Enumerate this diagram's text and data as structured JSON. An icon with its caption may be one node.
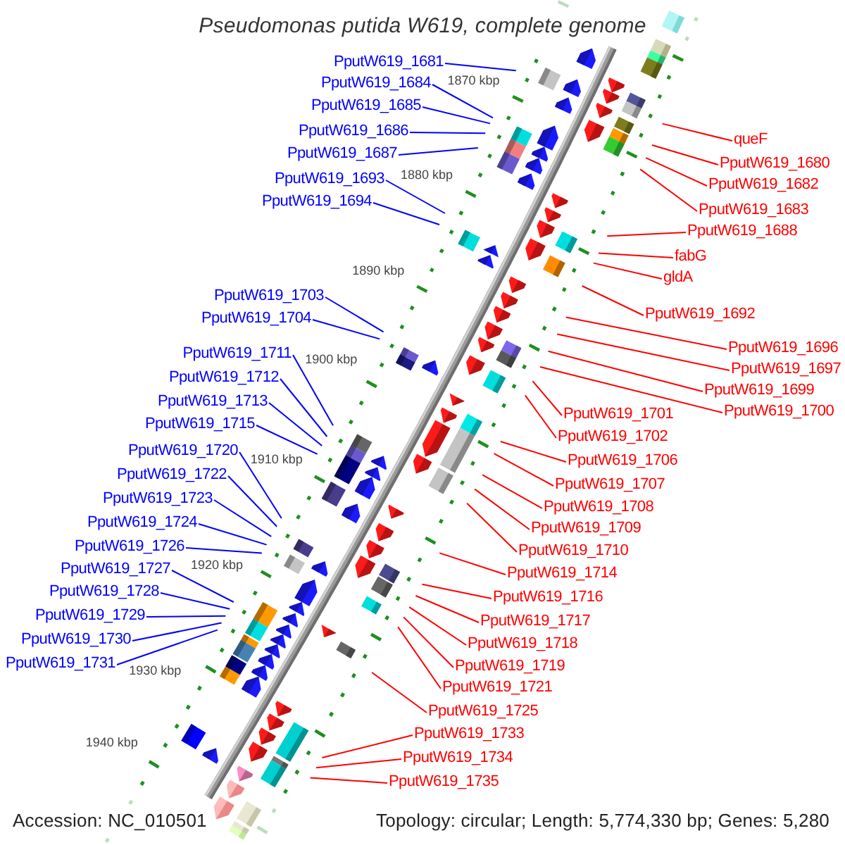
{
  "diagram": {
    "title": "Pseudomonas putida W619, complete genome",
    "nodes": [
      {
        "text": [
          "PputW619_1681"
        ]
      },
      {
        "text": [
          "PputW619_1684"
        ]
      },
      {
        "text": [
          "PputW619_1685"
        ]
      },
      {
        "text": [
          "PputW619_1686"
        ]
      },
      {
        "text": [
          "PputW619_1687"
        ]
      },
      {
        "text": [
          "PputW619_1693"
        ]
      },
      {
        "text": [
          "PputW619_1694"
        ]
      },
      {
        "text": [
          "PputW619_1703"
        ]
      },
      {
        "text": [
          "PputW619_1704"
        ]
      },
      {
        "text": [
          "PputW619_1711"
        ]
      },
      {
        "text": [
          "PputW619_1712"
        ]
      },
      {
        "text": [
          "PputW619_1713"
        ]
      },
      {
        "text": [
          "PputW619_1715"
        ]
      },
      {
        "text": [
          "PputW619_1720"
        ]
      },
      {
        "text": [
          "PputW619_1722"
        ]
      },
      {
        "text": [
          "PputW619_1723"
        ]
      },
      {
        "text": [
          "PputW619_1724"
        ]
      },
      {
        "text": [
          "PputW619_1726"
        ]
      },
      {
        "text": [
          "PputW619_1727"
        ]
      },
      {
        "text": [
          "PputW619_1728"
        ]
      },
      {
        "text": [
          "PputW619_1729"
        ]
      },
      {
        "text": [
          "PputW619_1730"
        ]
      },
      {
        "text": [
          "PputW619_1731"
        ]
      },
      {
        "text": [
          "queF"
        ]
      },
      {
        "text": [
          "PputW619_1680"
        ]
      },
      {
        "text": [
          "PputW619_1682"
        ]
      },
      {
        "text": [
          "PputW619_1683"
        ]
      },
      {
        "text": [
          "PputW619_1688"
        ]
      },
      {
        "text": [
          "fabG"
        ]
      },
      {
        "text": [
          "gldA"
        ]
      },
      {
        "text": [
          "PputW619_1692"
        ]
      },
      {
        "text": [
          "PputW619_1696"
        ]
      },
      {
        "text": [
          "PputW619_1697"
        ]
      },
      {
        "text": [
          "PputW619_1699"
        ]
      },
      {
        "text": [
          "PputW619_1700"
        ]
      },
      {
        "text": [
          "PputW619_1701"
        ]
      },
      {
        "text": [
          "PputW619_1702"
        ]
      },
      {
        "text": [
          "PputW619_1706"
        ]
      },
      {
        "text": [
          "PputW619_1707"
        ]
      },
      {
        "text": [
          "PputW619_1708"
        ]
      },
      {
        "text": [
          "PputW619_1709"
        ]
      },
      {
        "text": [
          "PputW619_1710"
        ]
      },
      {
        "text": [
          "PputW619_1714"
        ]
      },
      {
        "text": [
          "PputW619_1716"
        ]
      },
      {
        "text": [
          "PputW619_1717"
        ]
      },
      {
        "text": [
          "PputW619_1718"
        ]
      },
      {
        "text": [
          "PputW619_1719"
        ]
      },
      {
        "text": [
          "PputW619_1721"
        ]
      },
      {
        "text": [
          "PputW619_1725"
        ]
      },
      {
        "text": [
          "PputW619_1733"
        ]
      },
      {
        "text": [
          "PputW619_1734"
        ]
      },
      {
        "text": [
          "PputW619_1735"
        ]
      }
    ],
    "edges": [
      {
        "from": 0,
        "to": null,
        "arrow": "none",
        "color": "#0000ff"
      },
      {
        "from": 1,
        "to": null,
        "arrow": "none",
        "color": "#0000ff"
      },
      {
        "from": 2,
        "to": null,
        "arrow": "none",
        "color": "#0000ff"
      },
      {
        "from": 3,
        "to": null,
        "arrow": "none",
        "color": "#0000ff"
      },
      {
        "from": 4,
        "to": null,
        "arrow": "none",
        "color": "#0000ff"
      },
      {
        "from": 5,
        "to": null,
        "arrow": "none",
        "color": "#0000ff"
      },
      {
        "from": 6,
        "to": null,
        "arrow": "none",
        "color": "#0000ff"
      },
      {
        "from": 7,
        "to": null,
        "arrow": "none",
        "color": "#0000ff"
      },
      {
        "from": 8,
        "to": null,
        "arrow": "none",
        "color": "#0000ff"
      },
      {
        "from": 9,
        "to": null,
        "arrow": "none",
        "color": "#0000ff"
      },
      {
        "from": 10,
        "to": null,
        "arrow": "none",
        "color": "#0000ff"
      },
      {
        "from": 11,
        "to": null,
        "arrow": "none",
        "color": "#0000ff"
      },
      {
        "from": 12,
        "to": null,
        "arrow": "none",
        "color": "#0000ff"
      },
      {
        "from": 13,
        "to": null,
        "arrow": "none",
        "color": "#0000ff"
      },
      {
        "from": 14,
        "to": null,
        "arrow": "none",
        "color": "#0000ff"
      },
      {
        "from": 15,
        "to": null,
        "arrow": "none",
        "color": "#0000ff"
      },
      {
        "from": 16,
        "to": null,
        "arrow": "none",
        "color": "#0000ff"
      },
      {
        "from": 17,
        "to": null,
        "arrow": "none",
        "color": "#0000ff"
      },
      {
        "from": 18,
        "to": null,
        "arrow": "none",
        "color": "#0000ff"
      },
      {
        "from": 19,
        "to": null,
        "arrow": "none",
        "color": "#0000ff"
      },
      {
        "from": 20,
        "to": null,
        "arrow": "none",
        "color": "#0000ff"
      },
      {
        "from": 21,
        "to": null,
        "arrow": "none",
        "color": "#0000ff"
      },
      {
        "from": 22,
        "to": null,
        "arrow": "none",
        "color": "#0000ff"
      },
      {
        "from": 23,
        "to": null,
        "arrow": "none"
      },
      {
        "from": 24,
        "to": null,
        "arrow": "none"
      },
      {
        "from": 25,
        "to": null,
        "arrow": "none"
      },
      {
        "from": 26,
        "to": null,
        "arrow": "none"
      },
      {
        "from": 27,
        "to": null,
        "arrow": "none"
      },
      {
        "from": 28,
        "to": null,
        "arrow": "none"
      },
      {
        "from": 29,
        "to": null,
        "arrow": "none"
      },
      {
        "from": 30,
        "to": null,
        "arrow": "none"
      },
      {
        "from": 31,
        "to": null,
        "arrow": "none"
      },
      {
        "from": 32,
        "to": null,
        "arrow": "none"
      },
      {
        "from": 33,
        "to": null,
        "arrow": "none"
      },
      {
        "from": 34,
        "to": null,
        "arrow": "none"
      },
      {
        "from": 35,
        "to": null,
        "arrow": "none"
      },
      {
        "from": 36,
        "to": null,
        "arrow": "none"
      },
      {
        "from": 37,
        "to": null,
        "arrow": "none"
      },
      {
        "from": 38,
        "to": null,
        "arrow": "none"
      },
      {
        "from": 39,
        "to": null,
        "arrow": "none"
      },
      {
        "from": 40,
        "to": null,
        "arrow": "none"
      },
      {
        "from": 41,
        "to": null,
        "arrow": "none"
      },
      {
        "from": 42,
        "to": null,
        "arrow": "none"
      },
      {
        "from": 43,
        "to": null,
        "arrow": "none"
      },
      {
        "from": 44,
        "to": null,
        "arrow": "none"
      },
      {
        "from": 45,
        "to": null,
        "arrow": "none"
      },
      {
        "from": 46,
        "to": null,
        "arrow": "none"
      },
      {
        "from": 47,
        "to": null,
        "arrow": "none"
      },
      {
        "from": 48,
        "to": null,
        "arrow": "none"
      },
      {
        "from": 49,
        "to": null,
        "arrow": "none"
      },
      {
        "from": 50,
        "to": null,
        "arrow": "none"
      },
      {
        "from": 51,
        "to": null,
        "arrow": "none"
      }
    ],
    "labels": [
      "1870 kbp",
      "1880 kbp",
      "1890 kbp",
      "1900 kbp",
      "1910 kbp",
      "1920 kbp",
      "1930 kbp",
      "1940 kbp",
      "Accession: NC_010501",
      "Topology: circular; Length: 5,774,330 bp; Genes: 5,280"
    ]
  }
}
